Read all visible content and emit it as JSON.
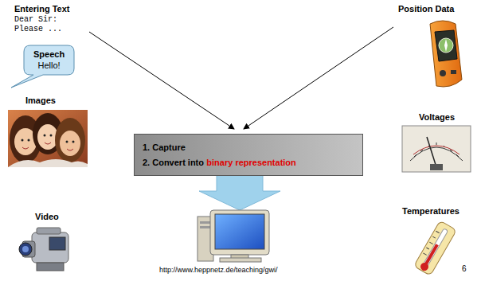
{
  "diagram": {
    "nodes": [
      {
        "text": [
          "Speech",
          "Hello!"
        ]
      },
      {
        "text": [
          "1. Capture",
          "2. Convert into",
          "binary representation"
        ]
      }
    ],
    "labels": [
      "Entering Text",
      "Dear Sir: Please ...",
      "Position Data",
      "Images",
      "Voltages",
      "Video",
      "Temperatures",
      "http://www.heppnetz.de/teaching/gwi/",
      "6"
    ]
  }
}
